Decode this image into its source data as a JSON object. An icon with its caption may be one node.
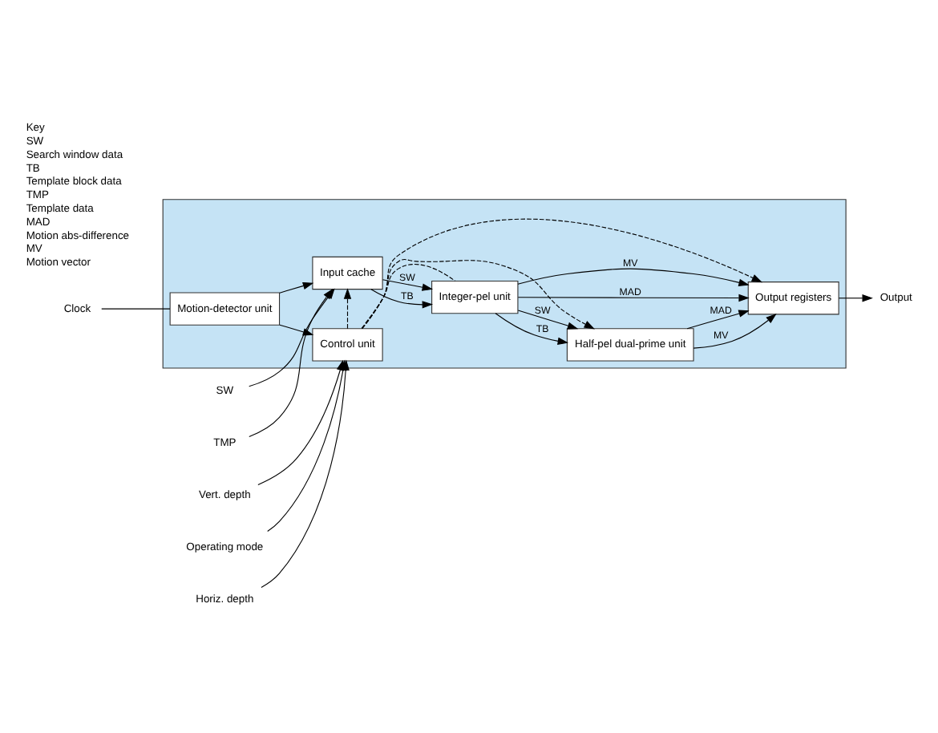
{
  "diagram": {
    "nodes": [
      {
        "text": [],
        "shape": "box"
      },
      {
        "text": [
          "SW"
        ]
      },
      {
        "text": [
          "TMP"
        ]
      },
      {
        "text": [
          "Input cache"
        ],
        "in": 0
      },
      {
        "text": [
          "Integer-pel unit"
        ],
        "in": 0
      },
      {
        "text": [
          "Half-pel dual-prime unit"
        ],
        "in": 0
      },
      {
        "text": [
          "Output registers"
        ],
        "in": 0
      },
      {
        "text": [
          "Motion-detector unit"
        ],
        "in": 0
      },
      {
        "text": [
          "Control unit"
        ],
        "in": 0
      },
      {
        "text": [
          "Output"
        ]
      },
      {
        "text": [
          "Clock"
        ]
      },
      {
        "text": [
          "Horiz. depth"
        ]
      },
      {
        "text": [
          "Vert. depth"
        ]
      },
      {
        "text": [
          "Operating mode"
        ]
      }
    ],
    "edges": [
      {
        "from": 1,
        "to": 3,
        "arrow": "to"
      },
      {
        "from": 2,
        "to": 3,
        "arrow": "to"
      },
      {
        "from": 3,
        "to": 4,
        "arrow": "to",
        "label": "SW"
      },
      {
        "from": 3,
        "to": 4,
        "arrow": "to",
        "label": "TB"
      },
      {
        "from": 4,
        "to": 5,
        "arrow": "to",
        "label": "SW"
      },
      {
        "from": 4,
        "to": 5,
        "arrow": "to",
        "label": "TB"
      },
      {
        "from": 4,
        "to": 6,
        "arrow": "to",
        "label": "MV"
      },
      {
        "from": 4,
        "to": 6,
        "arrow": "to",
        "label": "MAD"
      },
      {
        "from": 5,
        "to": 6,
        "arrow": "to",
        "label": "MV"
      },
      {
        "from": 5,
        "to": 6,
        "arrow": "to",
        "label": "MAD"
      },
      {
        "from": 6,
        "to": 9,
        "arrow": "to"
      },
      {
        "from": 7,
        "to": 8,
        "arrow": "to"
      },
      {
        "from": 7,
        "to": 3,
        "arrow": "to"
      },
      {
        "from": 8,
        "to": 3,
        "arrow": "to",
        "style": "dashed"
      },
      {
        "from": 8,
        "to": 4,
        "arrow": "none",
        "style": "dashed"
      },
      {
        "from": 8,
        "to": 5,
        "arrow": "to",
        "style": "dashed"
      },
      {
        "from": 8,
        "to": 6,
        "arrow": "to",
        "style": "dashed"
      },
      {
        "from": 10,
        "to": 7,
        "arrow": "none"
      },
      {
        "from": 11,
        "to": 8,
        "arrow": "to"
      },
      {
        "from": 12,
        "to": 8,
        "arrow": "to"
      },
      {
        "from": 13,
        "to": 8,
        "arrow": "to"
      }
    ],
    "labels": [
      "Key",
      "SW",
      "Search window data",
      "TB",
      "Template block data",
      "TMP",
      "Template data",
      "MAD",
      "Motion abs-difference",
      "MV",
      "Motion vector"
    ]
  }
}
